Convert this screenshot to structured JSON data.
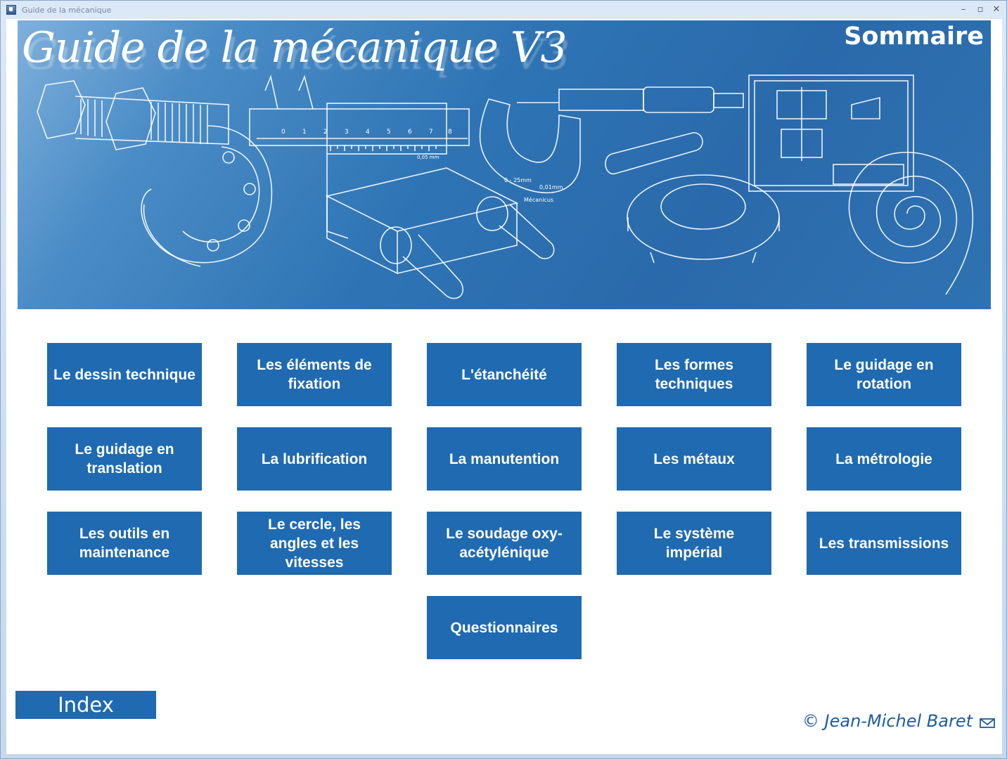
{
  "window": {
    "title": "Guide de la mécanique",
    "minimize": "–",
    "maximize": "▫",
    "close": "✕"
  },
  "header": {
    "app_title": "Guide de la mécanique V3",
    "page_heading": "Sommaire"
  },
  "banner_labels": {
    "caliper_scale": [
      "0",
      "1",
      "2",
      "3",
      "4",
      "5",
      "6",
      "7",
      "8"
    ],
    "caliper_precision": "0,05 mm",
    "micrometer_range": "0 - 25mm",
    "micrometer_precision": "0,01mm",
    "micrometer_brand": "Mécanicus"
  },
  "menu": [
    {
      "id": "dessin",
      "label": "Le dessin technique"
    },
    {
      "id": "fixation",
      "label": "Les éléments de fixation"
    },
    {
      "id": "etancheite",
      "label": "L'étanchéité"
    },
    {
      "id": "formes",
      "label": "Les formes techniques"
    },
    {
      "id": "rotation",
      "label": "Le guidage en rotation"
    },
    {
      "id": "translation",
      "label": "Le guidage en translation"
    },
    {
      "id": "lubrification",
      "label": "La lubrification"
    },
    {
      "id": "manutention",
      "label": "La manutention"
    },
    {
      "id": "metaux",
      "label": "Les métaux"
    },
    {
      "id": "metrologie",
      "label": "La métrologie"
    },
    {
      "id": "outils",
      "label": "Les outils en maintenance"
    },
    {
      "id": "cercle",
      "label": "Le cercle, les angles et les vitesses"
    },
    {
      "id": "soudage",
      "label": "Le soudage oxy-acétylénique"
    },
    {
      "id": "imperial",
      "label": "Le système impérial"
    },
    {
      "id": "transmissions",
      "label": "Les transmissions"
    },
    {
      "id": "questionnaires",
      "label": "Questionnaires"
    }
  ],
  "footer": {
    "index_label": "Index",
    "copyright": "© Jean-Michel Baret",
    "mail_icon": "envelope-icon"
  },
  "colors": {
    "tile": "#1f6ab0",
    "banner": "#2a6aab",
    "copyright": "#1f5c9c"
  }
}
